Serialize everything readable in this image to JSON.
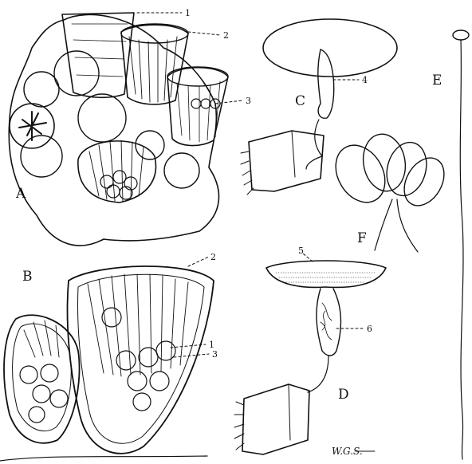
{
  "figure": {
    "panel_labels": {
      "A": "A",
      "B": "B",
      "C": "C",
      "D": "D",
      "E": "E",
      "F": "F"
    },
    "callouts": {
      "a1": "1",
      "a2": "2",
      "a3": "3",
      "b1": "1",
      "b2": "2",
      "b3": "3",
      "c4": "4",
      "d5": "5",
      "d6": "6"
    },
    "signature": "W.G.S."
  },
  "colors": {
    "ink": "#111111",
    "paper": "#ffffff"
  }
}
